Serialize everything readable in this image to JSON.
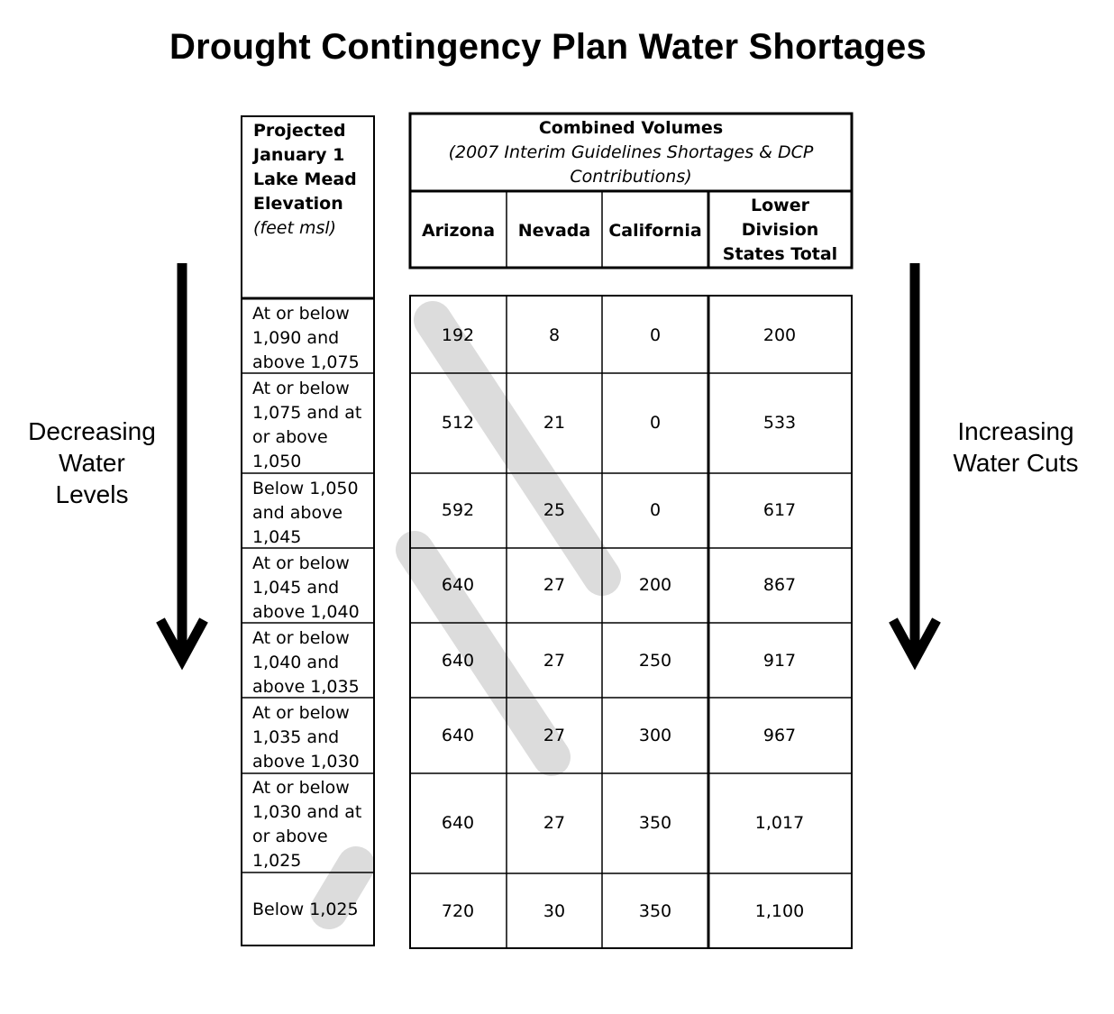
{
  "title": "Drought Contingency Plan Water Shortages",
  "labels": {
    "left": [
      "Decreasing",
      "Water",
      "Levels"
    ],
    "right": [
      "Increasing",
      "Water Cuts"
    ]
  },
  "elevation_header": {
    "lines": [
      "Projected",
      "January 1",
      "Lake Mead",
      "Elevation"
    ],
    "unit": "(feet msl)"
  },
  "combined_header": {
    "title": "Combined Volumes",
    "subtitle_line1": "(2007 Interim Guidelines Shortages & DCP",
    "subtitle_line2": "Contributions)"
  },
  "chart_data": {
    "type": "table",
    "title": "Drought Contingency Plan Water Shortages",
    "columns": [
      "Arizona",
      "Nevada",
      "California",
      "Lower Division States Total"
    ],
    "column_lines": [
      [
        "Arizona"
      ],
      [
        "Nevada"
      ],
      [
        "California"
      ],
      [
        "Lower",
        "Division",
        "States Total"
      ]
    ],
    "rows": [
      {
        "elevation_lines": [
          "At or below",
          "1,090 and",
          "above 1,075"
        ],
        "values": [
          "192",
          "8",
          "0",
          "200"
        ]
      },
      {
        "elevation_lines": [
          "At or below",
          "1,075 and at",
          "or above",
          "1,050"
        ],
        "values": [
          "512",
          "21",
          "0",
          "533"
        ]
      },
      {
        "elevation_lines": [
          "Below 1,050",
          "and above",
          "1,045"
        ],
        "values": [
          "592",
          "25",
          "0",
          "617"
        ]
      },
      {
        "elevation_lines": [
          "At or below",
          "1,045 and",
          "above 1,040"
        ],
        "values": [
          "640",
          "27",
          "200",
          "867"
        ]
      },
      {
        "elevation_lines": [
          "At or below",
          "1,040 and",
          "above 1,035"
        ],
        "values": [
          "640",
          "27",
          "250",
          "917"
        ]
      },
      {
        "elevation_lines": [
          "At or below",
          "1,035 and",
          "above 1,030"
        ],
        "values": [
          "640",
          "27",
          "300",
          "967"
        ]
      },
      {
        "elevation_lines": [
          "At or below",
          "1,030 and at",
          "or above",
          "1,025"
        ],
        "values": [
          "640",
          "27",
          "350",
          "1,017"
        ]
      },
      {
        "elevation_lines": [
          "Below 1,025"
        ],
        "values": [
          "720",
          "30",
          "350",
          "1,100"
        ]
      }
    ]
  }
}
